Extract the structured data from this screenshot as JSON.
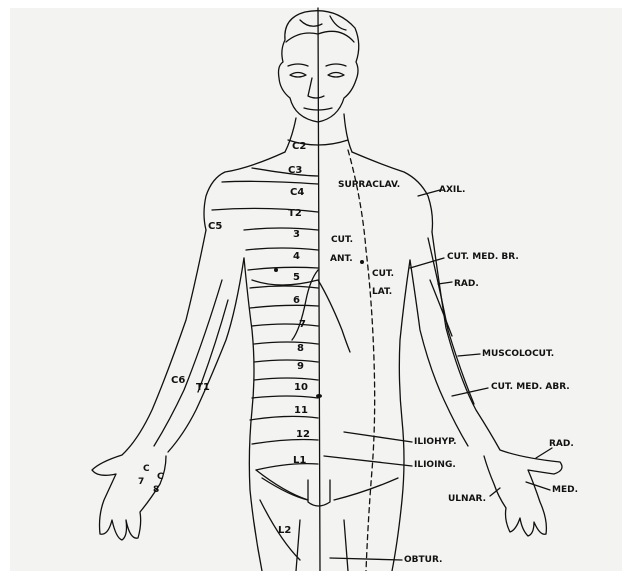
{
  "dermatomes": {
    "c2": "C2",
    "c3": "C3",
    "c4": "C4",
    "t2": "T2",
    "c5": "C5",
    "c6": "C6",
    "t1": "T1",
    "c7": "C",
    "c7n": "7",
    "c8": "C",
    "c8n": "8",
    "t3": "3",
    "t4": "4",
    "t5": "5",
    "t6": "6",
    "t7": "7",
    "t8": "8",
    "t9": "9",
    "t10": "10",
    "t11": "11",
    "t12": "12",
    "l1": "L1",
    "l2": "L2"
  },
  "nerves": {
    "supraclav": "SUPRACLAV.",
    "axil": "AXIL.",
    "cut_ant_1": "CUT.",
    "cut_ant_2": "ANT.",
    "cut_lat_1": "CUT.",
    "cut_lat_2": "LAT.",
    "cut_med_br": "CUT. MED. BR.",
    "rad_upper": "RAD.",
    "muscolocut": "MUSCOLOCUT.",
    "cut_med_abr": "CUT. MED. ABR.",
    "iliohyp": "ILIOHYP.",
    "ilioing": "ILIOING.",
    "rad_hand": "RAD.",
    "med": "MED.",
    "ulnar": "ULNAR.",
    "obtur": "OBTUR."
  }
}
